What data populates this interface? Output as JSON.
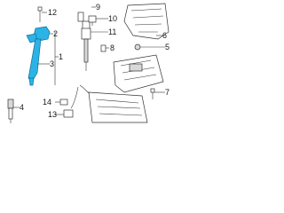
{
  "colors": {
    "highlight": "#2bb3e6",
    "line": "#333333",
    "background": "#ffffff"
  },
  "callouts": [
    {
      "id": "1",
      "text": "1"
    },
    {
      "id": "2",
      "text": "2"
    },
    {
      "id": "3",
      "text": "3"
    },
    {
      "id": "4",
      "text": "4"
    },
    {
      "id": "5",
      "text": "5"
    },
    {
      "id": "6",
      "text": "6"
    },
    {
      "id": "7",
      "text": "7"
    },
    {
      "id": "8",
      "text": "8"
    },
    {
      "id": "9",
      "text": "9"
    },
    {
      "id": "10",
      "text": "10"
    },
    {
      "id": "11",
      "text": "11"
    },
    {
      "id": "12",
      "text": "12"
    },
    {
      "id": "13",
      "text": "13"
    },
    {
      "id": "14",
      "text": "14"
    }
  ]
}
